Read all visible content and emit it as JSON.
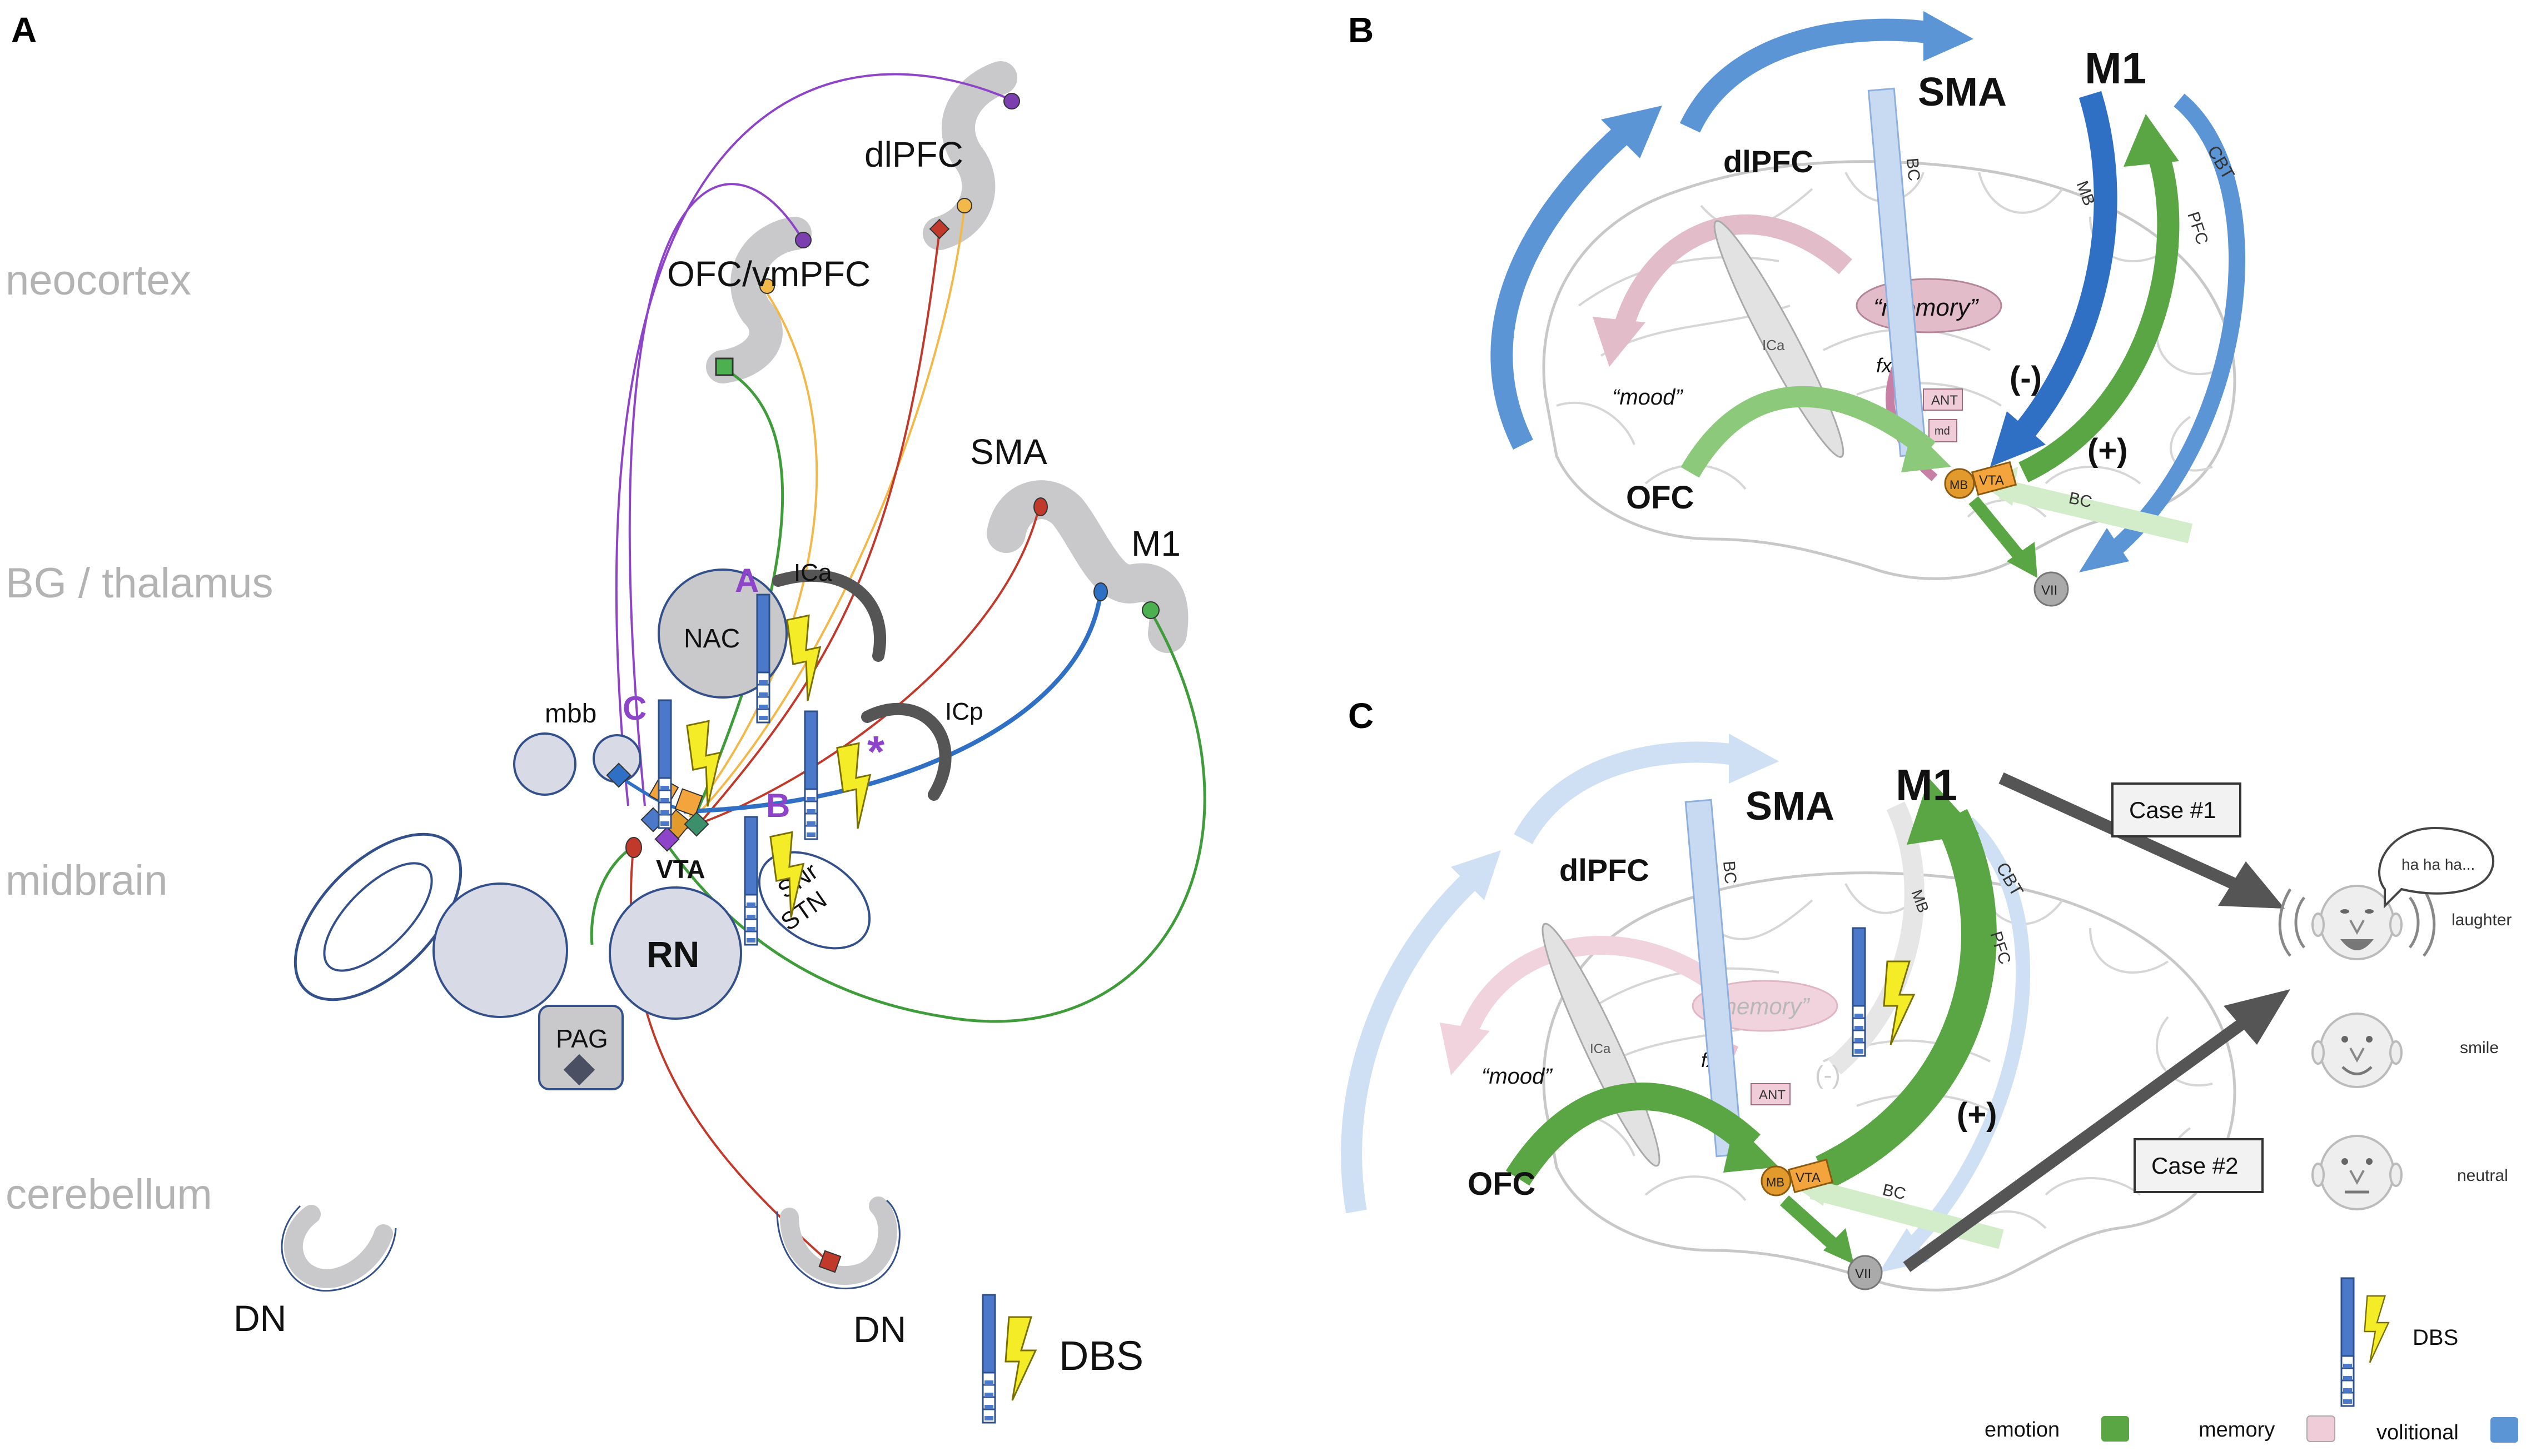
{
  "panel_a": {
    "letter": "A",
    "levels": {
      "neocortex": "neocortex",
      "bg": "BG / thalamus",
      "midbrain": "midbrain",
      "cerebellum": "cerebellum"
    },
    "regions": {
      "dlpfc": "dlPFC",
      "ofc": "OFC/vmPFC",
      "sma": "SMA",
      "m1": "M1",
      "nac": "NAC",
      "ica": "ICa",
      "icp": "ICp",
      "mbb": "mbb",
      "vta": "VTA",
      "rn": "RN",
      "pag": "PAG",
      "snr": "SNr",
      "stn": "STN",
      "dn_left": "DN",
      "dn_right": "DN"
    },
    "targets": {
      "a": "A",
      "b": "B",
      "c": "C",
      "star": "*"
    },
    "legend": {
      "dbs": "DBS"
    }
  },
  "panel_b": {
    "letter": "B",
    "labels": {
      "sma": "SMA",
      "m1": "M1",
      "dlpfc": "dlPFC",
      "ofc": "OFC",
      "memory": "“memory”",
      "mood": "“mood”",
      "fx": "fx",
      "ant": "ANT",
      "md": "md",
      "mb": "MB",
      "vta": "VTA",
      "vii": "VII",
      "ica": "ICa",
      "bc_top": "BC",
      "bc_bottom": "BC",
      "mb_tract": "MB",
      "pfc": "PFC",
      "cbt": "CBT",
      "minus": "(-)",
      "plus": "(+)"
    }
  },
  "panel_c": {
    "letter": "C",
    "labels": {
      "sma": "SMA",
      "m1": "M1",
      "dlpfc": "dlPFC",
      "ofc": "OFC",
      "memory": "“memory”",
      "mood": "“mood”",
      "fx": "fx",
      "ant": "ANT",
      "mb": "MB",
      "vta": "VTA",
      "vii": "VII",
      "ica": "ICa",
      "bc_top": "BC",
      "bc_bottom": "BC",
      "mb_tract": "MB",
      "pfc": "PFC",
      "cbt": "CBT",
      "minus": "(-)",
      "plus": "(+)"
    },
    "cases": {
      "case1": "Case #1",
      "case2": "Case #2"
    },
    "faces": {
      "laughter": "laughter",
      "smile": "smile",
      "neutral": "neutral",
      "speech": "ha ha ha..."
    },
    "legend": {
      "dbs": "DBS",
      "emotion": "emotion",
      "memory": "memory",
      "volitional": "volitional"
    }
  },
  "colors": {
    "emotion": "#5aa645",
    "memory": "#e3bcc9",
    "volitional": "#5b95d6",
    "dbs_yellow": "#f5ec28",
    "region_gray": "#c9c9cb",
    "node_fill": "#d8dbe6",
    "node_stroke": "#34508a",
    "purple": "#8e44c9",
    "orange": "#f3a43c"
  }
}
